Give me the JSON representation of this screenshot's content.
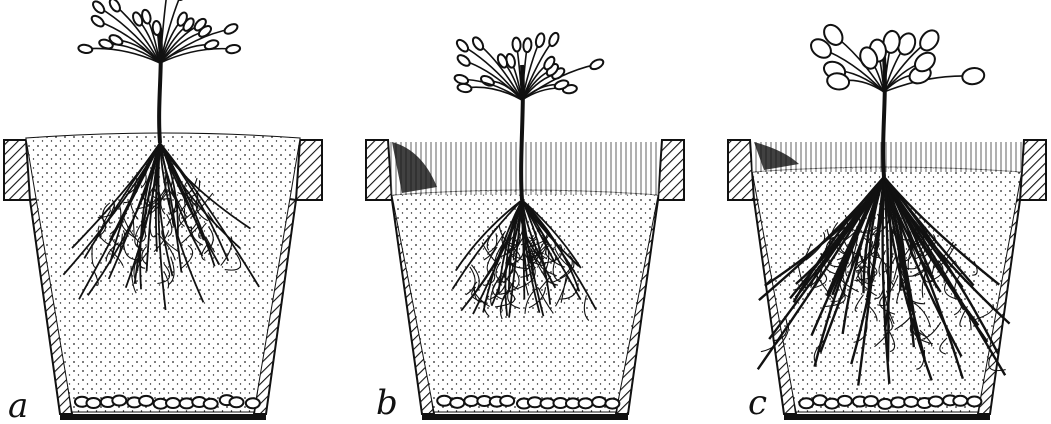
{
  "figure": {
    "panels": [
      {
        "id": "a",
        "label": "a",
        "soil": "full",
        "roots": "spreading"
      },
      {
        "id": "b",
        "label": "b",
        "soil": "low",
        "roots": "compact"
      },
      {
        "id": "c",
        "label": "c",
        "soil": "mid",
        "roots": "dense"
      }
    ],
    "colors": {
      "ink": "#111111",
      "paper": "#ffffff"
    }
  }
}
